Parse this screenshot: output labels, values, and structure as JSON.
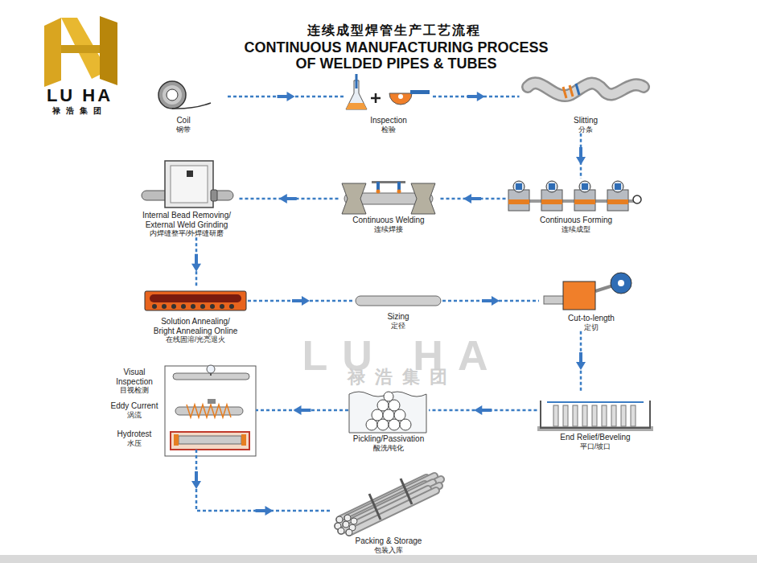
{
  "diagram": {
    "title": "CONTINUOUS MANUFACTURING PROCESS OF WELDED PIPES & TUBES",
    "nodes": [
      {
        "text": [
          "Coil",
          "钢带"
        ]
      },
      {
        "text": [
          "Inspection",
          "检验"
        ]
      },
      {
        "text": [
          "Slitting",
          "分条"
        ]
      },
      {
        "text": [
          "Continuous Forming",
          "连续成型"
        ]
      },
      {
        "text": [
          "Continuous Welding",
          "连续焊接"
        ]
      },
      {
        "text": [
          "Internal Bead Removing/ External Weld Grinding",
          "内焊缝整平/外焊缝研磨"
        ]
      },
      {
        "text": [
          "Solution Annealing/ Bright Annealing Online",
          "在线固溶/光亮退火"
        ]
      },
      {
        "text": [
          "Sizing",
          "定径"
        ]
      },
      {
        "text": [
          "Cut-to-length",
          "定切"
        ]
      },
      {
        "text": [
          "End Relief/Beveling",
          "平口/坡口"
        ]
      },
      {
        "text": [
          "Pickling/Passivation",
          "酸洗/钝化"
        ]
      },
      {
        "text": [
          "Visual Inspection",
          "目视检测"
        ]
      },
      {
        "text": [
          "Eddy Current",
          "涡流"
        ]
      },
      {
        "text": [
          "Hydrotest",
          "水压"
        ]
      },
      {
        "text": [
          "Packing & Storage",
          "包装入库"
        ]
      }
    ],
    "edges": [
      {
        "from": 0,
        "to": 1,
        "arrow": "to"
      },
      {
        "from": 1,
        "to": 2,
        "arrow": "to"
      },
      {
        "from": 2,
        "to": 3,
        "arrow": "to"
      },
      {
        "from": 3,
        "to": 4,
        "arrow": "to"
      },
      {
        "from": 4,
        "to": 5,
        "arrow": "to"
      },
      {
        "from": 5,
        "to": 6,
        "arrow": "to"
      },
      {
        "from": 6,
        "to": 7,
        "arrow": "to"
      },
      {
        "from": 7,
        "to": 8,
        "arrow": "to"
      },
      {
        "from": 8,
        "to": 9,
        "arrow": "to"
      },
      {
        "from": 9,
        "to": 10,
        "arrow": "to"
      },
      {
        "from": 10,
        "to": 12,
        "arrow": "to"
      },
      {
        "from": 13,
        "to": 14,
        "arrow": "to"
      }
    ],
    "labels": [
      "连续成型焊管生产工艺流程",
      "LU HA",
      "禄浩集团",
      "LU HA",
      "禄浩集团"
    ]
  }
}
